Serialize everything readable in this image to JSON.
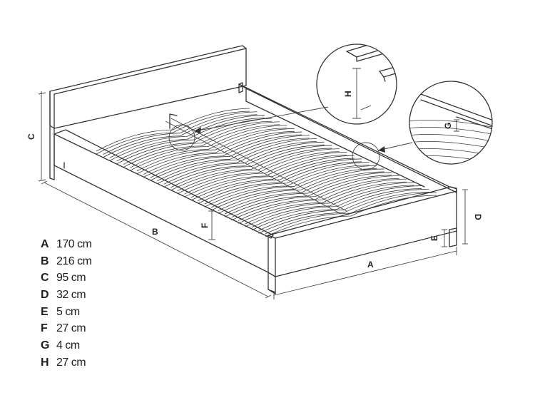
{
  "dimensions": [
    {
      "key": "A",
      "value": "170 cm"
    },
    {
      "key": "B",
      "value": "216 cm"
    },
    {
      "key": "C",
      "value": "95 cm"
    },
    {
      "key": "D",
      "value": "32 cm"
    },
    {
      "key": "E",
      "value": "5 cm"
    },
    {
      "key": "F",
      "value": "27 cm"
    },
    {
      "key": "G",
      "value": "4 cm"
    },
    {
      "key": "H",
      "value": "27 cm"
    }
  ],
  "drawing_labels": {
    "a": "A",
    "b": "B",
    "c": "C",
    "d": "D",
    "e": "E",
    "f": "F",
    "g": "G",
    "h": "H"
  },
  "colors": {
    "line": "#333333",
    "text": "#222222",
    "background": "#ffffff"
  }
}
